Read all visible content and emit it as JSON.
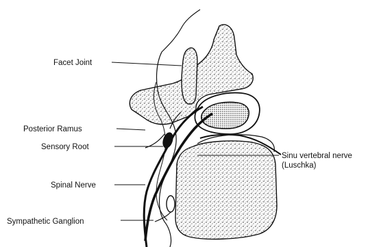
{
  "labels": {
    "facet_joint": "Facet Joint",
    "posterior_ramus": "Posterior Ramus",
    "sensory_root": "Sensory Root",
    "spinal_nerve": "Spinal Nerve",
    "sympathetic_ganglion": "Sympathetic Ganglion",
    "sinu_vertebral_nerve": "Sinu vertebral nerve",
    "sinu_vertebral_nerve_sub": "(Luschka)"
  },
  "colors": {
    "ink": "#111111",
    "paper": "#ffffff"
  }
}
